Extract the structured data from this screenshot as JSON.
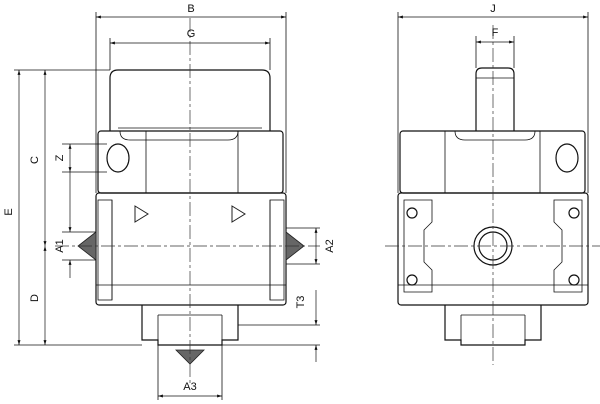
{
  "dimensions": {
    "B": "B",
    "G": "G",
    "J": "J",
    "F": "F",
    "C": "C",
    "Z": "Z",
    "E": "E",
    "D": "D",
    "A1": "A1",
    "A2": "A2",
    "T3": "T3",
    "A3": "A3"
  }
}
